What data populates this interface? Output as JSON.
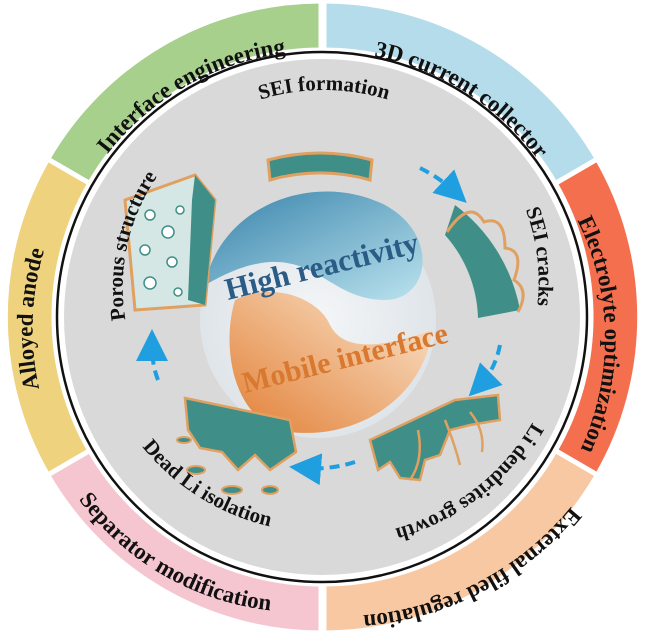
{
  "center": {
    "top_text": "High reactivity",
    "bottom_text": "Mobile interface"
  },
  "stages": [
    {
      "id": "sei-formation",
      "label": "SEI formation"
    },
    {
      "id": "sei-cracks",
      "label": "SEI cracks"
    },
    {
      "id": "li-dendrites-growth",
      "label": "Li dendrites growth"
    },
    {
      "id": "dead-li-isolation",
      "label": "Dead Li isolation"
    },
    {
      "id": "porous-structure",
      "label": "Porous structure"
    }
  ],
  "strategies": [
    {
      "id": "interface-engineering",
      "label": "Interface engineering",
      "color": "#a8d08d"
    },
    {
      "id": "3d-current-collector",
      "label": "3D current collector",
      "color": "#b4dcea"
    },
    {
      "id": "electrolyte-optimization",
      "label": "Electrolyte optimization",
      "color": "#f46f4e"
    },
    {
      "id": "external-filed-regulation",
      "label": "External filed regulation",
      "color": "#f8c8a2"
    },
    {
      "id": "separator-modification",
      "label": "Separator modification",
      "color": "#f5c6d0"
    },
    {
      "id": "alloyed-anode",
      "label": "Alloyed anode",
      "color": "#efd27d"
    }
  ],
  "colors": {
    "structure": "#3f8f88",
    "structure_edge": "#e0a060",
    "arrow": "#1f9fe0",
    "inner_ring": "#d9d9d9",
    "center_blue": "#4aa3c8",
    "center_orange": "#e8954a"
  }
}
